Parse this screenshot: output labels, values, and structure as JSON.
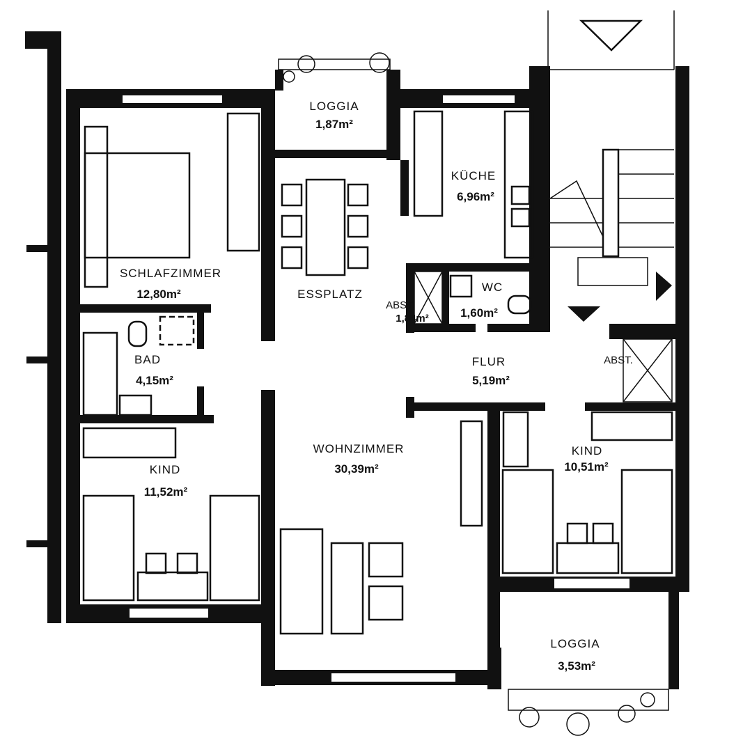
{
  "rooms": {
    "loggia_top": {
      "name": "LOGGIA",
      "area": "1,87m²"
    },
    "kueche": {
      "name": "KÜCHE",
      "area": "6,96m²"
    },
    "schlafzimmer": {
      "name": "SCHLAFZIMMER",
      "area": "12,80m²"
    },
    "essplatz": {
      "name": "ESSPLATZ"
    },
    "abst_left": {
      "name": "ABST.",
      "area": "1,84m²"
    },
    "wc": {
      "name": "WC",
      "area": "1,60m²"
    },
    "bad": {
      "name": "BAD",
      "area": "4,15m²"
    },
    "flur": {
      "name": "FLUR",
      "area": "5,19m²"
    },
    "abst_right": {
      "name": "ABST."
    },
    "wohnzimmer": {
      "name": "WOHNZIMMER",
      "area": "30,39m²"
    },
    "kind_left": {
      "name": "KIND",
      "area": "11,52m²"
    },
    "kind_right": {
      "name": "KIND",
      "area": "10,51m²"
    },
    "loggia_bottom": {
      "name": "LOGGIA",
      "area": "3,53m²"
    }
  }
}
